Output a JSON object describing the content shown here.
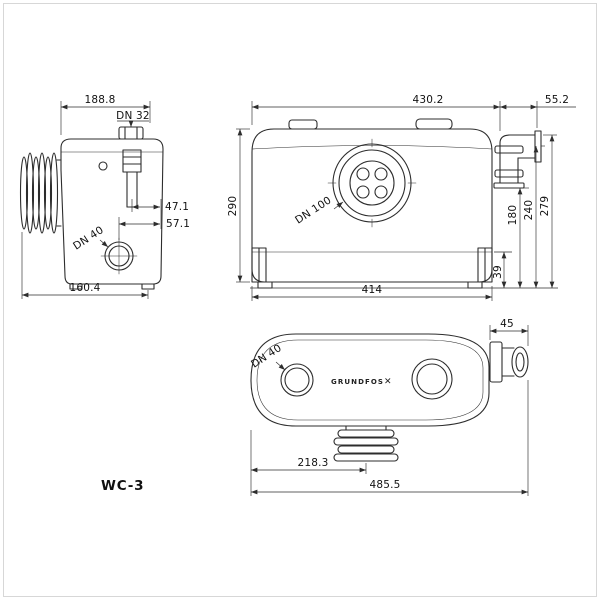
{
  "drawing": {
    "model_label": "WC-3",
    "brand": "GRUNDFOS",
    "brand_mark": "✕",
    "side_view": {
      "dim_width_top": "188.8",
      "label_inlet_top": "DN 32",
      "dim_pipe_offset": "47.1",
      "dim_inlet_offset": "57.1",
      "label_inlet_side": "DN 40",
      "dim_width_bottom": "160.4"
    },
    "front_view": {
      "dim_width_top": "430.2",
      "dim_outlet_offset": "55.2",
      "dim_height": "290",
      "label_inlet_front": "DN 100",
      "dim_outlet_bottom": "180",
      "dim_outlet_mid": "240",
      "dim_outlet_top": "279",
      "dim_base_height": "39",
      "dim_width_bottom": "414"
    },
    "top_view": {
      "dim_outlet_width": "45",
      "label_inlet_side": "DN 40",
      "dim_inlet_center": "218.3",
      "dim_total_length": "485.5"
    }
  }
}
